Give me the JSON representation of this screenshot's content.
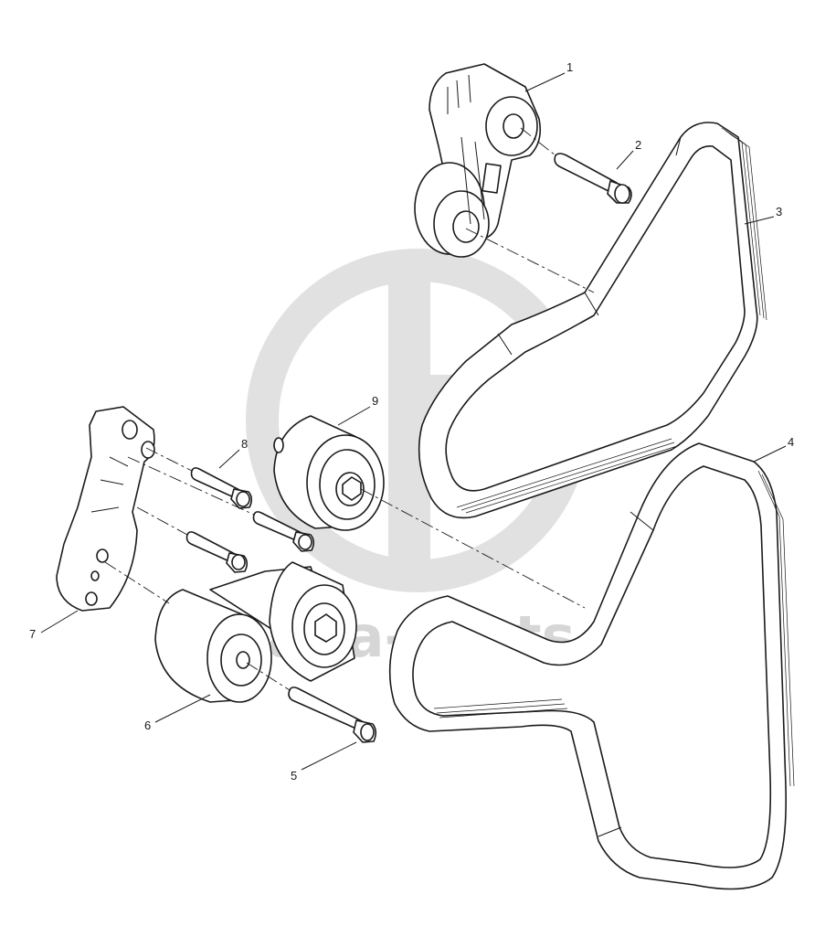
{
  "callouts": [
    "1",
    "2",
    "3",
    "4",
    "5",
    "6",
    "7",
    "8",
    "9"
  ],
  "watermark": {
    "text": "daba-parts",
    "color": "#c9c9c9",
    "icon": "dp-logo-icon"
  },
  "colors": {
    "line": "#1a1a1a",
    "background": "#ffffff"
  }
}
